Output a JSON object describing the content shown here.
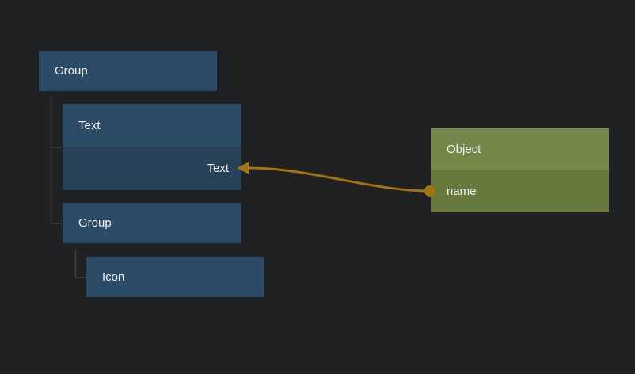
{
  "colors": {
    "background": "#202122",
    "node_blue_header": "#2b4b66",
    "node_blue_body": "#284259",
    "node_green_header": "#74884a",
    "node_green_body": "#67793d",
    "connection": "#a5730f",
    "tree_line": "#3f4041",
    "text": "#f2f2f2"
  },
  "tree": {
    "group1": {
      "label": "Group"
    },
    "text_node": {
      "title": "Text",
      "port_label": "Text"
    },
    "group2": {
      "label": "Group"
    },
    "icon_node": {
      "label": "Icon"
    }
  },
  "object_node": {
    "title": "Object",
    "port_label": "name"
  },
  "connection": {
    "from_node": "Object",
    "from_port": "name",
    "to_node": "Text",
    "to_port": "Text"
  }
}
